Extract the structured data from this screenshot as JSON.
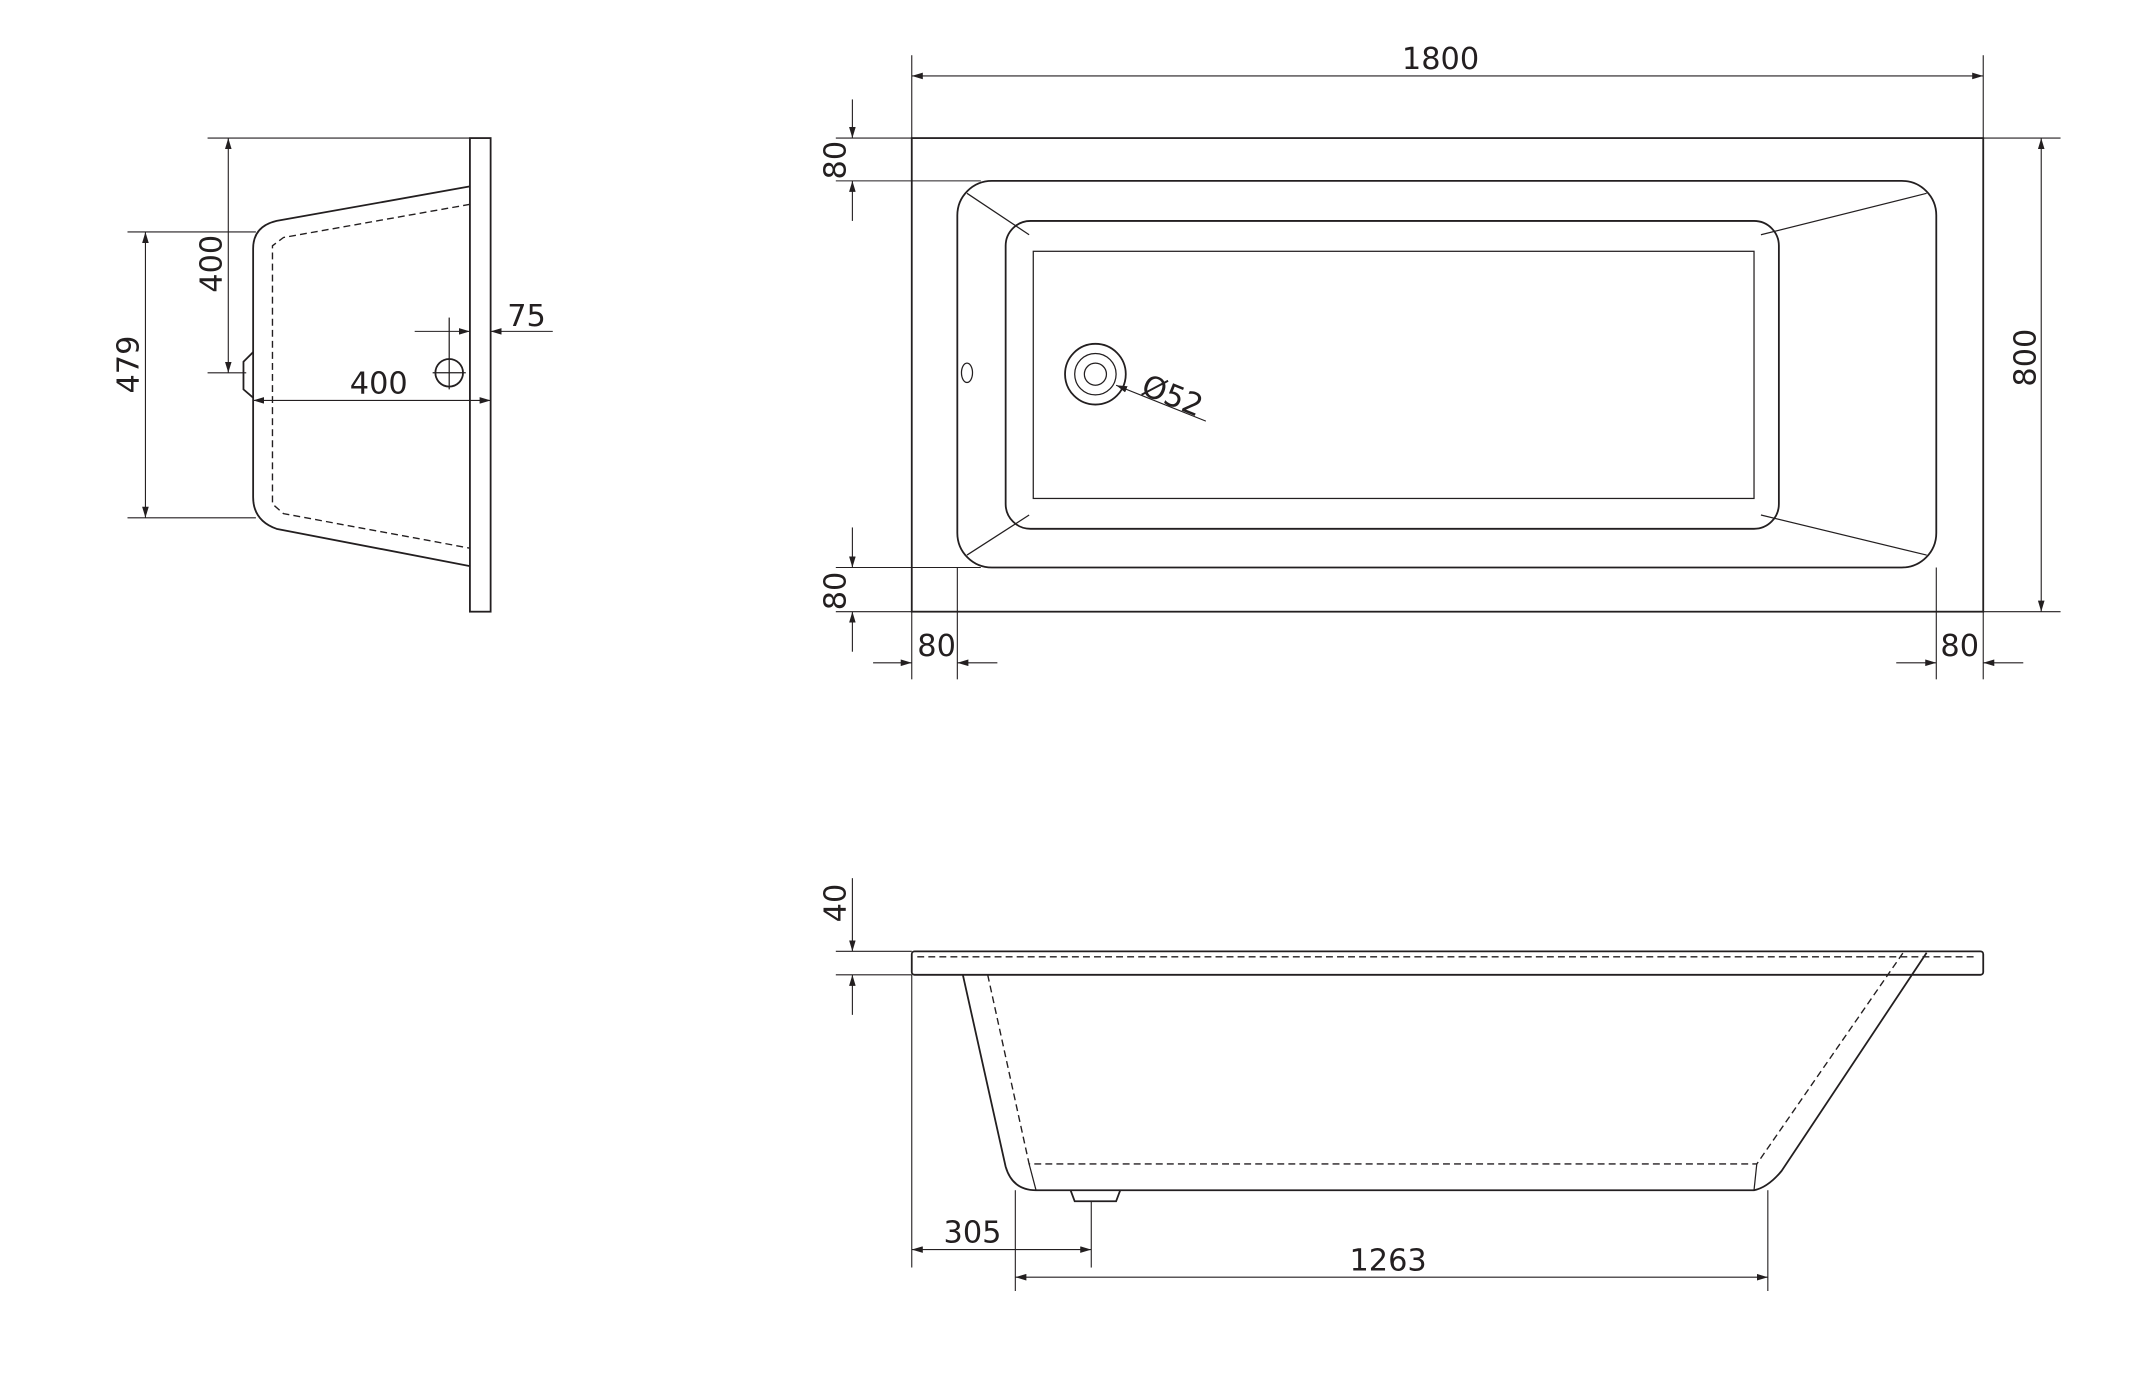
{
  "side_view": {
    "dim_height_to_drain": "400",
    "dim_total_depth": "479",
    "dim_drain_distance": "400",
    "dim_overflow_offset": "75"
  },
  "top_view": {
    "dim_length": "1800",
    "dim_width": "800",
    "dim_rim_top": "80",
    "dim_rim_bottom": "80",
    "dim_rim_left": "80",
    "dim_rim_right": "80",
    "dim_drain_diameter": "Ø52"
  },
  "front_view": {
    "dim_rim_thickness": "40",
    "dim_drain_offset": "305",
    "dim_floor_length": "1263"
  }
}
